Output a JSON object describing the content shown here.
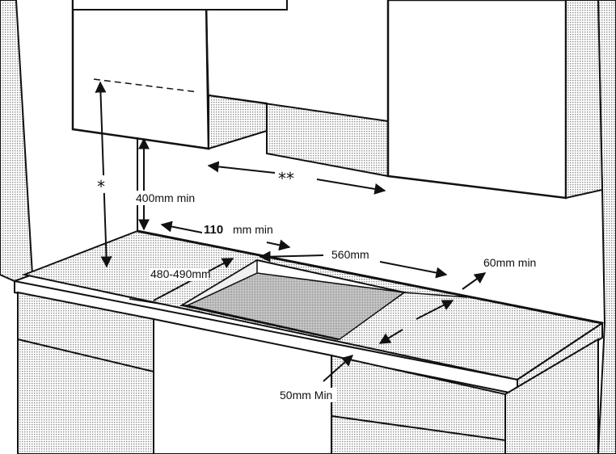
{
  "diagram": {
    "labels": {
      "asterisk_single": "*",
      "asterisk_double": "**",
      "clearance_min": "400mm min",
      "rear_gap_value": "110",
      "rear_gap_unit": "mm min",
      "cutout_width": "560mm",
      "cutout_depth": "480-490mm",
      "side_gap": "60mm min",
      "front_gap": "50mm Min"
    },
    "colors": {
      "line": "#111111",
      "panel_fill": "#e6e6e6",
      "cutout_fill": "#cfcfcf",
      "worktop_top": "#f4f4f4",
      "worktop_edge": "#dcdcdc"
    }
  }
}
